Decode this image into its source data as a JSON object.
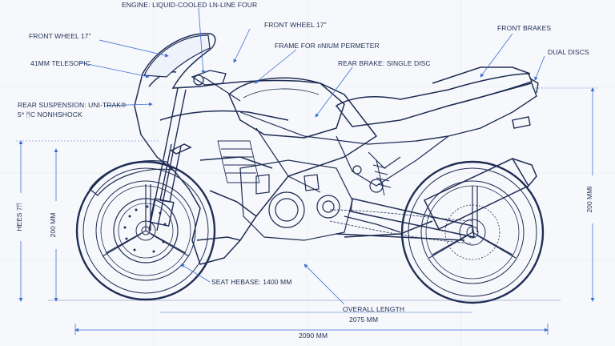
{
  "labels": {
    "engine": "ENGINE: LIQUID-COOLED ᒪN-LINE FOUR",
    "front_wheel_top": "FRONT WHEEL 17\"",
    "front_brakes": "FRONT BRAKES",
    "front_wheel_left": "FRONT WHEEL 17\"",
    "frame": "FRAME FOR ᴨNIUM PERMETER",
    "dual_discs": "DUAL DISCS",
    "telescopic": "41MM TELESOPIC",
    "rear_brake": "REAR BRAKE: SINGLE DISC",
    "rear_suspension_1": "REAR SUSPENSION: UNI-TRAK®",
    "rear_suspension_2": "5* ᛗC NONHSHOCK",
    "seat_height": "SEAT HEBASE: 1400 MM",
    "overall_length": "OVERALL LENGTH",
    "overall_length_value": "2075 MM",
    "bottom_dim": "2090 MM",
    "left_vertical": "HEES 7ᛗ",
    "left_dim": "200 MM",
    "right_dim": "200 MMI"
  },
  "colors": {
    "line": "#1f2d55",
    "accent": "#3a6fd8",
    "bg": "#f7f8fb"
  }
}
